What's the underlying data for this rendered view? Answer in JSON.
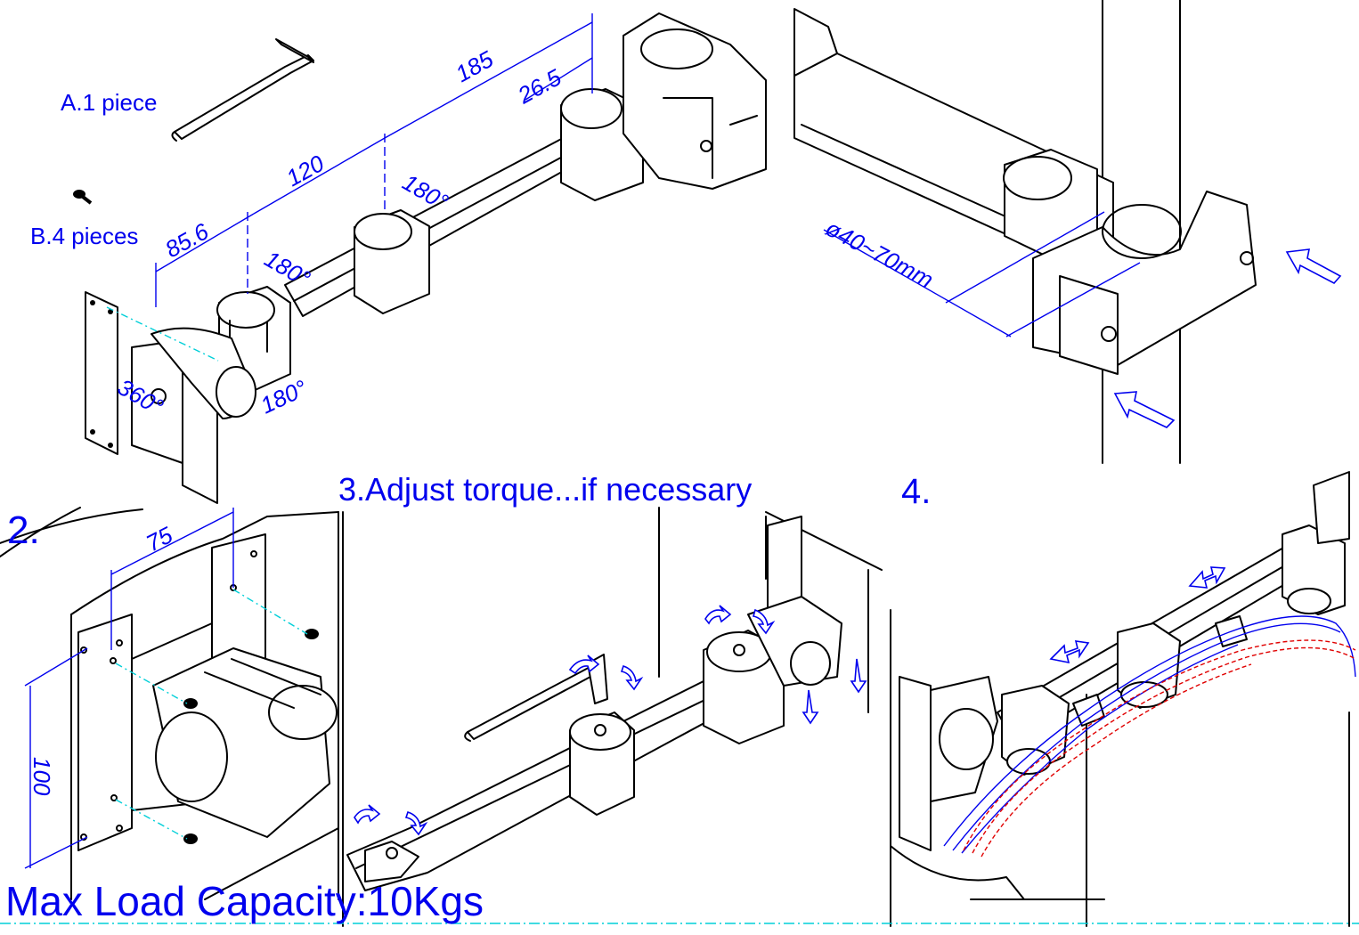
{
  "parts": {
    "a_label": "A.1 piece",
    "b_label": "B.4 pieces"
  },
  "dimensions": {
    "d_185": "185",
    "d_26_5": "26.5",
    "d_120": "120",
    "d_85_6": "85.6",
    "d_180_a": "180°",
    "d_180_b": "180°",
    "d_180_c": "180°",
    "d_360": "360°",
    "d_clamp": "ø40~70mm",
    "d_75": "75",
    "d_100": "100"
  },
  "steps": {
    "step2": "2.",
    "step3": "3.Adjust torque...if necessary",
    "step4": "4."
  },
  "footer": {
    "max_load": "Max Load Capacity:10Kgs"
  },
  "colors": {
    "annotation": "#0000ee",
    "centerline": "#00cfd8",
    "cable": "#e00000"
  }
}
